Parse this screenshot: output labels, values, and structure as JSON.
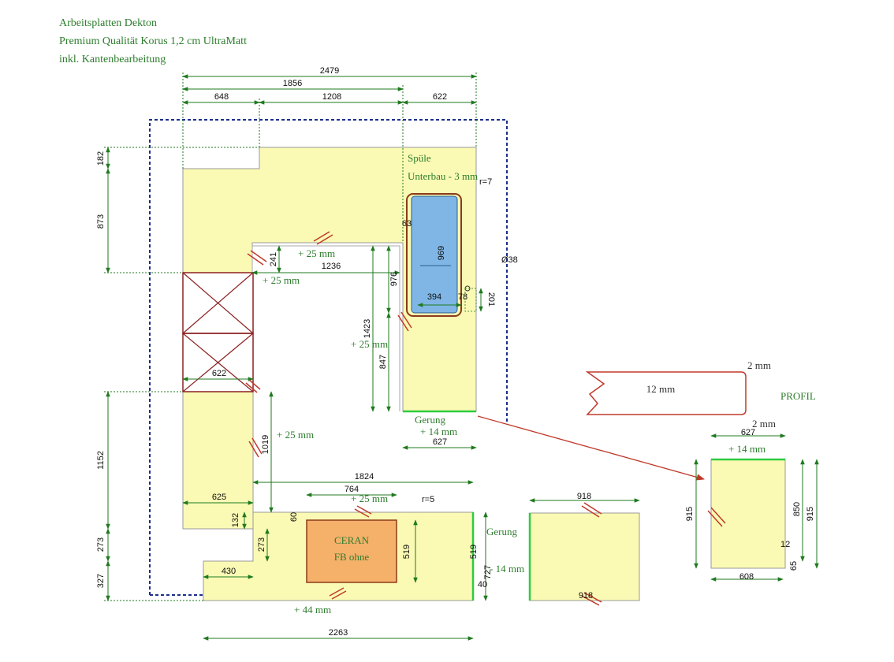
{
  "header": {
    "line1": "Arbeitsplatten Dekton",
    "line2": "Premium Qualität Korus 1,2 cm UltraMatt",
    "line3": "inkl. Kantenbearbeitung"
  },
  "colors": {
    "slab": "#fafab4",
    "sink": "#7fb6e6",
    "ceran": "#f5b06a",
    "green": "#2e7d2e",
    "dim_line": "#1f7a1f",
    "outline_blue": "#1a2f8a",
    "cut_red": "#c0392b"
  },
  "top_dims": {
    "total": "2479",
    "a": "1856",
    "b": "648",
    "c": "1208",
    "d": "622"
  },
  "left_dims": {
    "d182": "182",
    "d873": "873",
    "d1152": "1152",
    "d273": "273",
    "d327": "327"
  },
  "inner_dims": {
    "d241": "241",
    "d1236": "1236",
    "d1423": "1423",
    "d976": "976",
    "d847": "847",
    "d622": "622",
    "d625": "625",
    "d1019": "1019",
    "d1824": "1824",
    "d764": "764",
    "d519": "519",
    "d519b": "519",
    "d727": "727",
    "d132": "132",
    "d60": "60",
    "d273b": "273",
    "d430": "430",
    "d2263": "2263",
    "d627": "627",
    "d969": "969",
    "d394": "394",
    "d78": "78",
    "d201": "201",
    "d63": "63",
    "d40": "40"
  },
  "sink": {
    "label1": "Spüle",
    "label2": "Unterbau - 3 mm",
    "r7": "r=7",
    "o38": "Ø38"
  },
  "ceran": {
    "label1": "CERAN",
    "label2": "FB ohne",
    "r5": "r=5"
  },
  "additions": {
    "p25": "+ 25 mm",
    "p14": "+ 14 mm",
    "p44": "+ 44 mm",
    "m14": "- 14 mm"
  },
  "gerung": "Gerung",
  "profil": {
    "label": "PROFIL",
    "thickness": "12 mm",
    "edge": "2 mm"
  },
  "piece_918": {
    "top": "918",
    "bottom": "918"
  },
  "piece_627": {
    "top": "627",
    "bottom": "608",
    "left": "915",
    "right1": "850",
    "right2": "915",
    "small1": "12",
    "small2": "65",
    "edge": "2 mm",
    "add": "+ 14 mm"
  }
}
